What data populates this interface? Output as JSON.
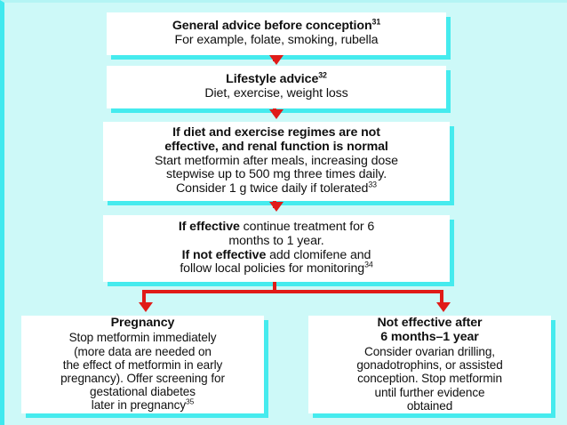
{
  "slide": {
    "background_color": "#cdf9f8",
    "box_fill_color": "#ffffff",
    "box_shadow_color": "#45ebee",
    "arrow_color": "#e01b18",
    "text_color": "#101010"
  },
  "boxes": {
    "general_advice": {
      "name": "general-advice-before-conception",
      "lines": [
        {
          "text": "General advice before conception",
          "bold": true,
          "sup": "31"
        },
        {
          "text": "For example, folate, smoking, rubella",
          "bold": false,
          "sup": ""
        }
      ]
    },
    "lifestyle_advice": {
      "name": "lifestyle-advice",
      "lines": [
        {
          "text": "Lifestyle advice",
          "bold": true,
          "sup": "32"
        },
        {
          "text": "Diet, exercise, weight loss",
          "bold": false,
          "sup": ""
        }
      ]
    },
    "diet_exercise": {
      "name": "diet-and-exercise-regimes",
      "lines": [
        {
          "text": "If diet and exercise regimes are not",
          "bold": true,
          "sup": ""
        },
        {
          "text": "effective, and renal function is normal",
          "bold": true,
          "sup": ""
        },
        {
          "text": "Start metformin after meals, increasing dose",
          "bold": false,
          "sup": ""
        },
        {
          "text": "stepwise up to 500 mg three times daily.",
          "bold": false,
          "sup": ""
        },
        {
          "text": "Consider 1 g twice daily if tolerated",
          "bold": false,
          "sup": "33"
        }
      ]
    },
    "effectiveness": {
      "name": "effectiveness-review",
      "lines": [
        {
          "lead": "If effective",
          "text": " continue treatment for 6",
          "sup": ""
        },
        {
          "lead": "",
          "text": "months to 1 year.",
          "sup": ""
        },
        {
          "lead": "If not effective",
          "text": " add clomifene and",
          "sup": ""
        },
        {
          "lead": "",
          "text": "follow local policies for monitoring",
          "sup": "34"
        }
      ]
    },
    "pregnancy": {
      "name": "pregnancy-outcome",
      "lines": [
        {
          "text": "Pregnancy",
          "bold": true,
          "sup": ""
        },
        {
          "text": "Stop metformin immediately",
          "bold": false,
          "sup": ""
        },
        {
          "text": "(more data are needed on",
          "bold": false,
          "sup": ""
        },
        {
          "text": "the effect of metformin in early",
          "bold": false,
          "sup": ""
        },
        {
          "text": "pregnancy). Offer screening for",
          "bold": false,
          "sup": ""
        },
        {
          "text": "gestational diabetes",
          "bold": false,
          "sup": ""
        },
        {
          "text": "later in pregnancy",
          "bold": false,
          "sup": "35"
        }
      ]
    },
    "not_effective": {
      "name": "not-effective-outcome",
      "lines": [
        {
          "text": "Not effective after",
          "bold": true,
          "sup": ""
        },
        {
          "text": "6 months–1 year",
          "bold": true,
          "sup": ""
        },
        {
          "text": "Consider ovarian drilling,",
          "bold": false,
          "sup": ""
        },
        {
          "text": "gonadotrophins, or assisted",
          "bold": false,
          "sup": ""
        },
        {
          "text": "conception. Stop metformin",
          "bold": false,
          "sup": ""
        },
        {
          "text": "until further evidence",
          "bold": false,
          "sup": ""
        },
        {
          "text": "obtained",
          "bold": false,
          "sup": ""
        }
      ]
    }
  },
  "connectors": [
    {
      "name": "arrow-general-to-lifestyle",
      "icon": "down-arrow-icon"
    },
    {
      "name": "arrow-lifestyle-to-diet",
      "icon": "down-arrow-icon"
    },
    {
      "name": "arrow-diet-to-effectiveness",
      "icon": "down-arrow-icon"
    },
    {
      "name": "branch-connector",
      "icon": "branch-split-icon"
    },
    {
      "name": "arrow-branch-to-pregnancy",
      "icon": "down-arrow-icon"
    },
    {
      "name": "arrow-branch-to-not-effective",
      "icon": "down-arrow-icon"
    }
  ]
}
